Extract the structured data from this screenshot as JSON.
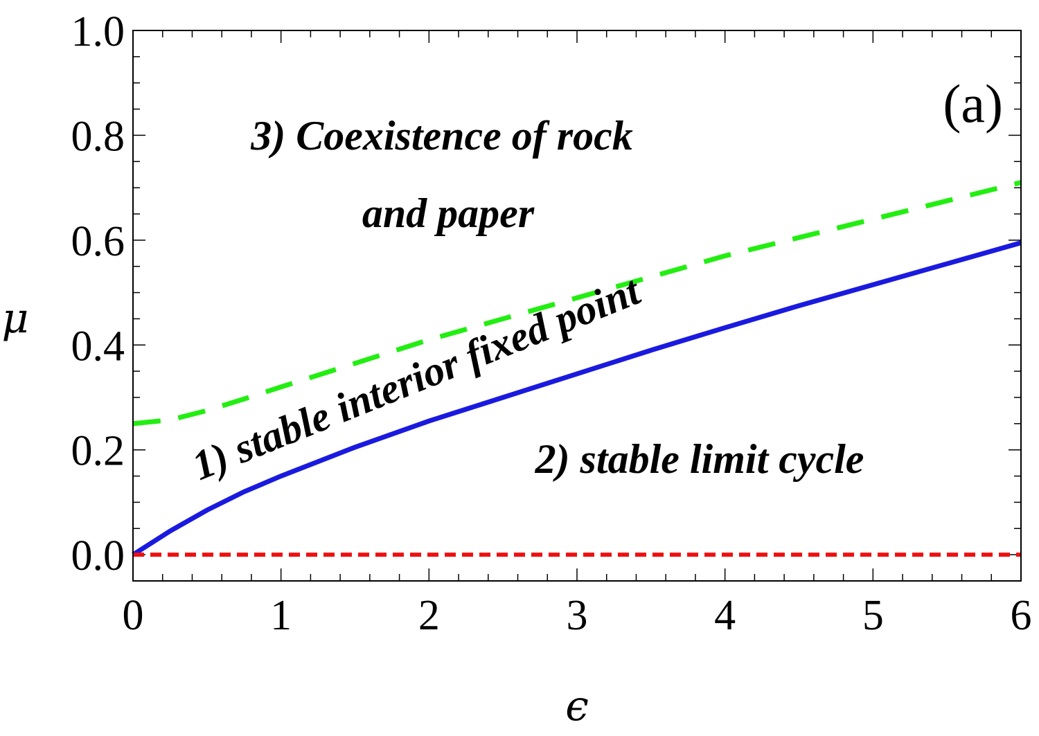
{
  "chart_data": {
    "type": "line",
    "panel_label": "(a)",
    "xlabel": "ϵ",
    "ylabel": "μ",
    "xlim": [
      0,
      6
    ],
    "ylim": [
      -0.05,
      1.0
    ],
    "x_ticks": [
      0,
      1,
      2,
      3,
      4,
      5,
      6
    ],
    "x_tick_labels": [
      "0",
      "1",
      "2",
      "3",
      "4",
      "5",
      "6"
    ],
    "y_ticks": [
      0.0,
      0.2,
      0.4,
      0.6,
      0.8,
      1.0
    ],
    "y_tick_labels": [
      "0.0",
      "0.2",
      "0.4",
      "0.6",
      "0.8",
      "1.0"
    ],
    "grid": false,
    "series": [
      {
        "style": "solid",
        "color": "#1a1adf",
        "x": [
          0,
          0.25,
          0.5,
          0.75,
          1,
          1.5,
          2,
          2.5,
          3,
          3.5,
          4,
          4.5,
          5,
          5.5,
          6
        ],
        "y": [
          0.0,
          0.045,
          0.085,
          0.12,
          0.15,
          0.205,
          0.255,
          0.3,
          0.345,
          0.39,
          0.433,
          0.475,
          0.515,
          0.555,
          0.595
        ]
      },
      {
        "style": "dashed",
        "color": "#22ee11",
        "x": [
          0,
          0.25,
          0.5,
          0.75,
          1,
          1.5,
          2,
          2.5,
          3,
          3.5,
          4,
          4.5,
          5,
          5.5,
          6
        ],
        "y": [
          0.25,
          0.257,
          0.275,
          0.297,
          0.32,
          0.365,
          0.41,
          0.45,
          0.49,
          0.53,
          0.57,
          0.605,
          0.64,
          0.675,
          0.71
        ]
      },
      {
        "style": "short-dashed",
        "color": "#ee1111",
        "x": [
          0,
          6
        ],
        "y": [
          0.0,
          0.0
        ]
      }
    ],
    "annotations": {
      "region3_line1": "3) Coexistence of rock",
      "region3_line2": "and paper",
      "region1": "1) stable interior fixed point",
      "region2": "2) stable limit cycle"
    }
  }
}
